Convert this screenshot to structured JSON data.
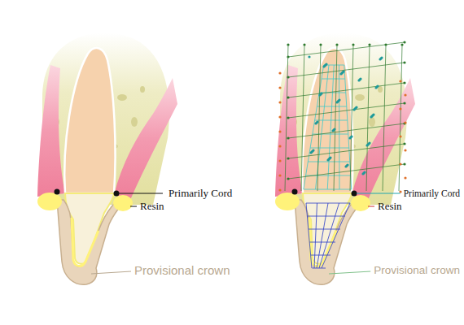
{
  "diagram": {
    "labels": [
      "Primarily Cord",
      "Resin",
      "Provisional crown",
      "Primarily Cord",
      "Resin",
      "Provisional crown"
    ]
  }
}
